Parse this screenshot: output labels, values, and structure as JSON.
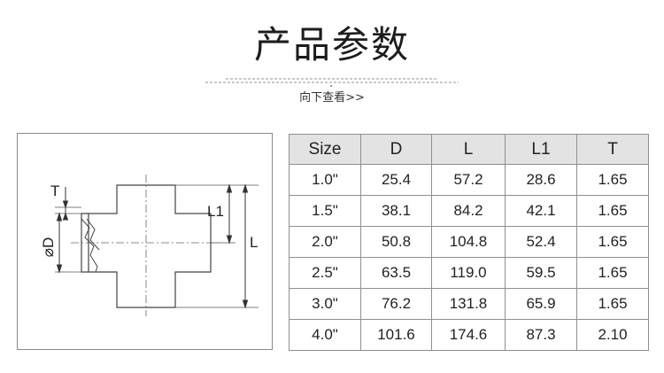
{
  "header": {
    "title": "产品参数",
    "view_more": "向下查看>>"
  },
  "diagram": {
    "labels": {
      "t": "T",
      "d": "⌀D",
      "l1": "L1",
      "l": "L"
    },
    "line_color": "#444444"
  },
  "table": {
    "headers": [
      "Size",
      "D",
      "L",
      "L1",
      "T"
    ],
    "rows": [
      [
        "1.0\"",
        "25.4",
        "57.2",
        "28.6",
        "1.65"
      ],
      [
        "1.5\"",
        "38.1",
        "84.2",
        "42.1",
        "1.65"
      ],
      [
        "2.0\"",
        "50.8",
        "104.8",
        "52.4",
        "1.65"
      ],
      [
        "2.5\"",
        "63.5",
        "119.0",
        "59.5",
        "1.65"
      ],
      [
        "3.0\"",
        "76.2",
        "131.8",
        "65.9",
        "1.65"
      ],
      [
        "4.0\"",
        "101.6",
        "174.6",
        "87.3",
        "2.10"
      ]
    ],
    "header_bg": "#e3e3e3",
    "border_color": "#8f8f8f"
  }
}
